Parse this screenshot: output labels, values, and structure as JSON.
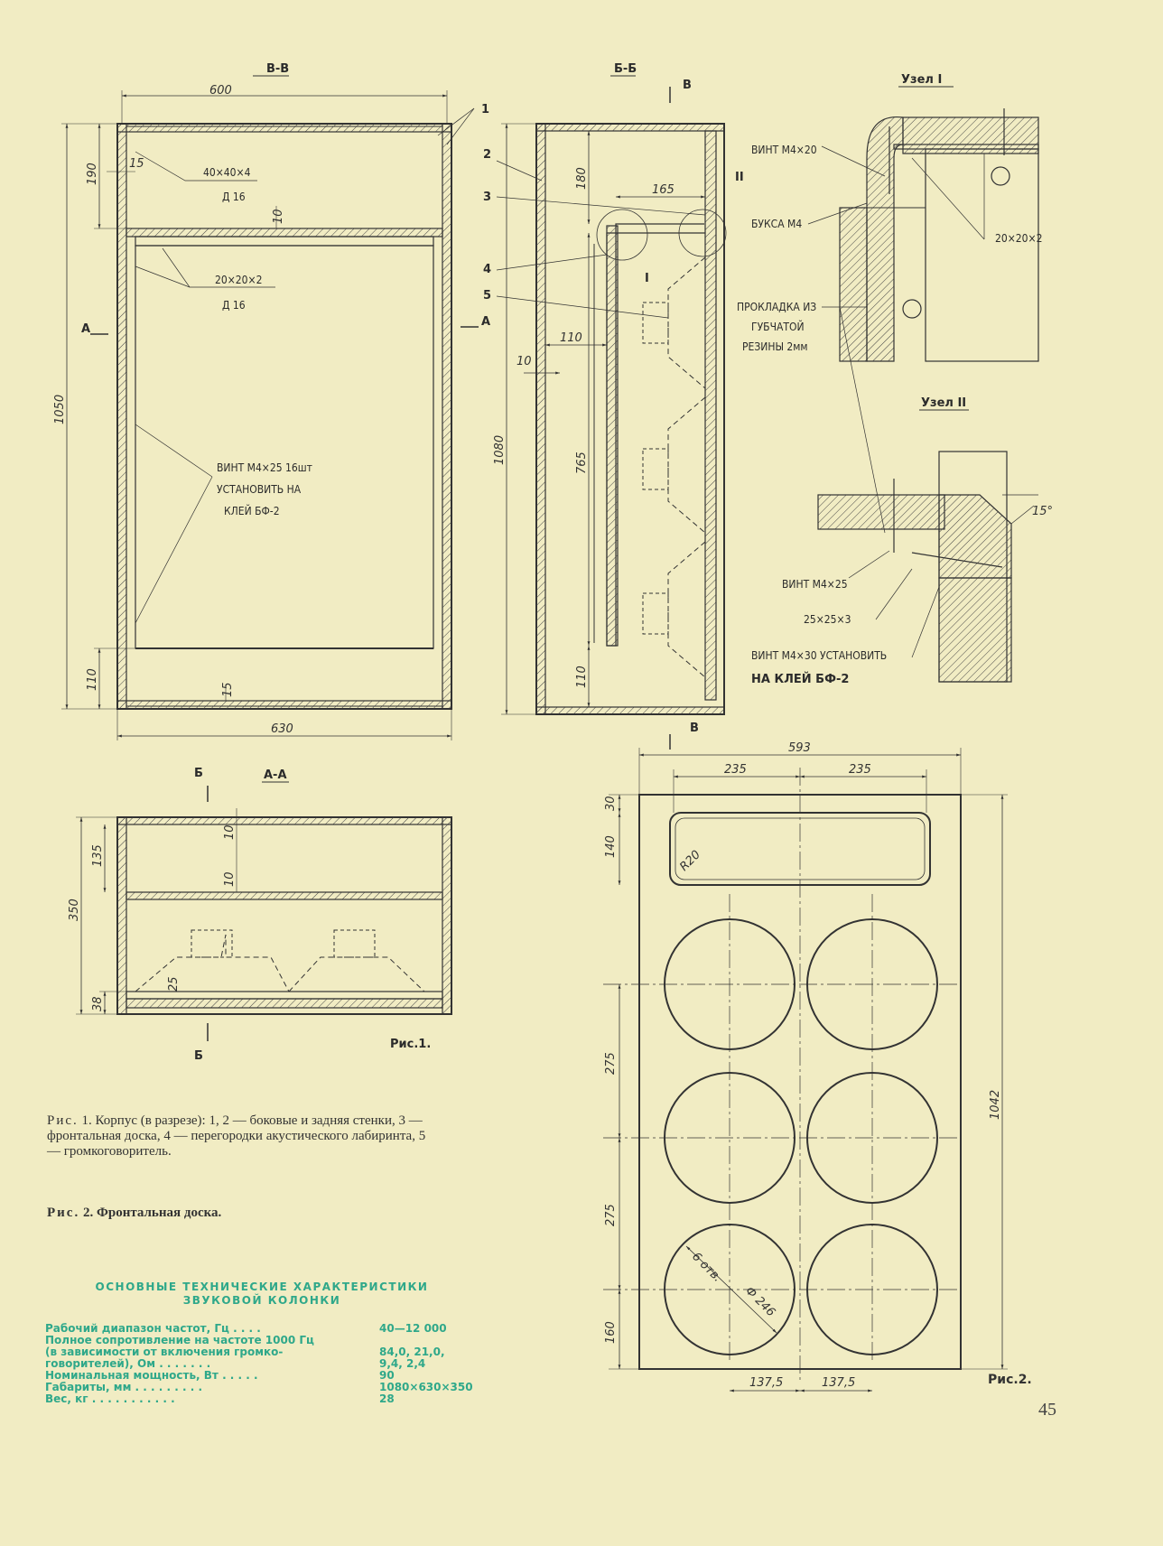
{
  "drawing": {
    "section_vv": "В-В",
    "section_bb": "Б-Б",
    "section_aa": "А-А",
    "node1_title": "Узел I",
    "node2_title": "Узел II",
    "fig1_label": "Рис.1.",
    "fig2_label": "Рис.2.",
    "marker_a": "А",
    "marker_b": "Б",
    "marker_v": "В",
    "part_numbers": [
      "1",
      "2",
      "3",
      "4",
      "5"
    ],
    "roman_1": "I",
    "roman_2": "II",
    "vv_dims": {
      "width_top": "600",
      "height": "1050",
      "top": "190",
      "wall": "15",
      "gap": "10",
      "bottom": "110",
      "bottom_wall": "15",
      "width_bottom": "630",
      "angle1": "40×40×4",
      "d16a": "Д 16",
      "angle2": "20×20×2",
      "d16b": "Д 16",
      "note_line1": "ВИНТ М4×25 16шт",
      "note_line2": "УСТАНОВИТЬ НА",
      "note_line3": "КЛЕЙ БФ-2"
    },
    "bb_dims": {
      "height": "1080",
      "top": "180",
      "width_165": "165",
      "w110": "110",
      "w10": "10",
      "h765": "765",
      "bottom": "110"
    },
    "aa_dims": {
      "h350": "350",
      "h135": "135",
      "h38": "38",
      "g10a": "10",
      "g10b": "10",
      "h25": "25"
    },
    "node1_labels": {
      "screw": "ВИНТ М4×20",
      "bushing": "БУКСА М4",
      "angle": "20×20×2",
      "gasket1": "ПРОКЛАДКА ИЗ",
      "gasket2": "ГУБЧАТОЙ",
      "gasket3": "РЕЗИНЫ 2мм"
    },
    "node2_labels": {
      "angle": "15°",
      "screw1": "ВИНТ М4×25",
      "corner": "25×25×3",
      "screw2": "ВИНТ М4×30 УСТАНОВИТЬ",
      "glue": "НА КЛЕЙ БФ-2"
    },
    "fig2_dims": {
      "total_width": "593",
      "w235a": "235",
      "w235b": "235",
      "h30": "30",
      "h140": "140",
      "r20": "R20",
      "h275a": "275",
      "h275b": "275",
      "h160": "160",
      "height": "1042",
      "holes": "6 отв.",
      "diam": "Ф 246",
      "b1375a": "137,5",
      "b1375b": "137,5"
    }
  },
  "captions": {
    "fig1_prefix": "Рис.",
    "fig1_text": " 1. Корпус (в разрезе): 1, 2 — боковые и задняя стенки, 3 — фронтальная доска, 4 — перегородки акустического лабиринта, 5 — громкоговоритель.",
    "fig2_prefix": "Рис.",
    "fig2_text": " 2. Фронтальная доска."
  },
  "specs": {
    "title_line1": "ОСНОВНЫЕ ТЕХНИЧЕСКИЕ ХАРАКТЕРИСТИКИ",
    "title_line2": "ЗВУКОВОЙ КОЛОНКИ",
    "rows": [
      {
        "label": "Рабочий диапазон частот, Гц . . . .",
        "value": "40—12 000"
      },
      {
        "label": "Полное сопротивление на частоте 1000 Гц",
        "value": ""
      },
      {
        "label": "(в зависимости от включения громко-",
        "value": "84,0, 21,0,"
      },
      {
        "label": "говорителей), Ом . . . . . . .",
        "value": "9,4, 2,4"
      },
      {
        "label": "Номинальная мощность, Вт . . . . .",
        "value": "90"
      },
      {
        "label": "Габариты, мм . . . . . . . . .",
        "value": "1080×630×350"
      },
      {
        "label": "Вес, кг . . . . . . . . . . .",
        "value": "28"
      }
    ]
  },
  "page_number": "45"
}
